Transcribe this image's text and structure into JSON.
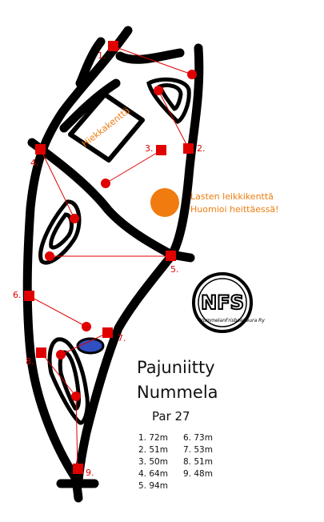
{
  "course": {
    "title_line1": "Pajuniitty",
    "title_line2": "Nummela",
    "par": "Par 27"
  },
  "labels": {
    "sandbox": "Hiekkakenttä",
    "playground_line1": "Lasten leikkikenttä",
    "playground_line2": "Huomioi heittäessä!"
  },
  "holes": [
    {
      "label": "1."
    },
    {
      "label": "2."
    },
    {
      "label": "3."
    },
    {
      "label": "4."
    },
    {
      "label": "5."
    },
    {
      "label": "6."
    },
    {
      "label": "7."
    },
    {
      "label": "8."
    },
    {
      "label": "9."
    }
  ],
  "distances": {
    "left": [
      "1. 72m",
      "2. 51m",
      "3. 50m",
      "4. 64m",
      "5. 94m"
    ],
    "right": [
      "6. 73m",
      "7. 53m",
      "8. 51m",
      "9. 48m"
    ]
  },
  "logo": {
    "letters": "NFS",
    "text": "NummelanFrisbeeSeura Ry"
  },
  "colors": {
    "tee_and_basket": "#e00000",
    "playground": "#f07b0f",
    "path": "#000000",
    "pond": "#2f4fc2"
  }
}
